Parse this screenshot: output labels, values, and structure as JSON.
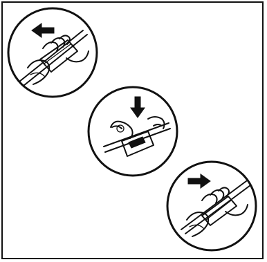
{
  "figure": {
    "steps": [
      {
        "arrow_direction": "left"
      },
      {
        "arrow_direction": "down"
      },
      {
        "arrow_direction": "right"
      }
    ],
    "colors": {
      "ink": "#111111",
      "paper": "#ffffff"
    }
  }
}
